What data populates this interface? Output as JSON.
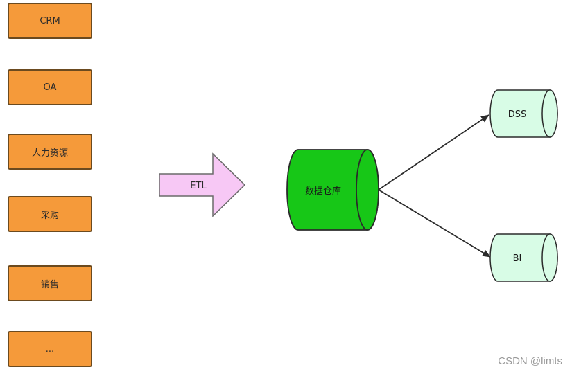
{
  "sources": [
    {
      "label": "CRM"
    },
    {
      "label": "OA"
    },
    {
      "label": "人力资源"
    },
    {
      "label": "采购"
    },
    {
      "label": "销售"
    },
    {
      "label": "..."
    }
  ],
  "etl_label": "ETL",
  "warehouse_label": "数据仓库",
  "outputs": [
    {
      "label": "DSS"
    },
    {
      "label": "BI"
    }
  ],
  "watermark": "CSDN @limts",
  "colors": {
    "source_fill": "#f59a3a",
    "etl_fill": "#f7c8f5",
    "warehouse_fill": "#17c717",
    "output_fill": "#d8fce6"
  }
}
